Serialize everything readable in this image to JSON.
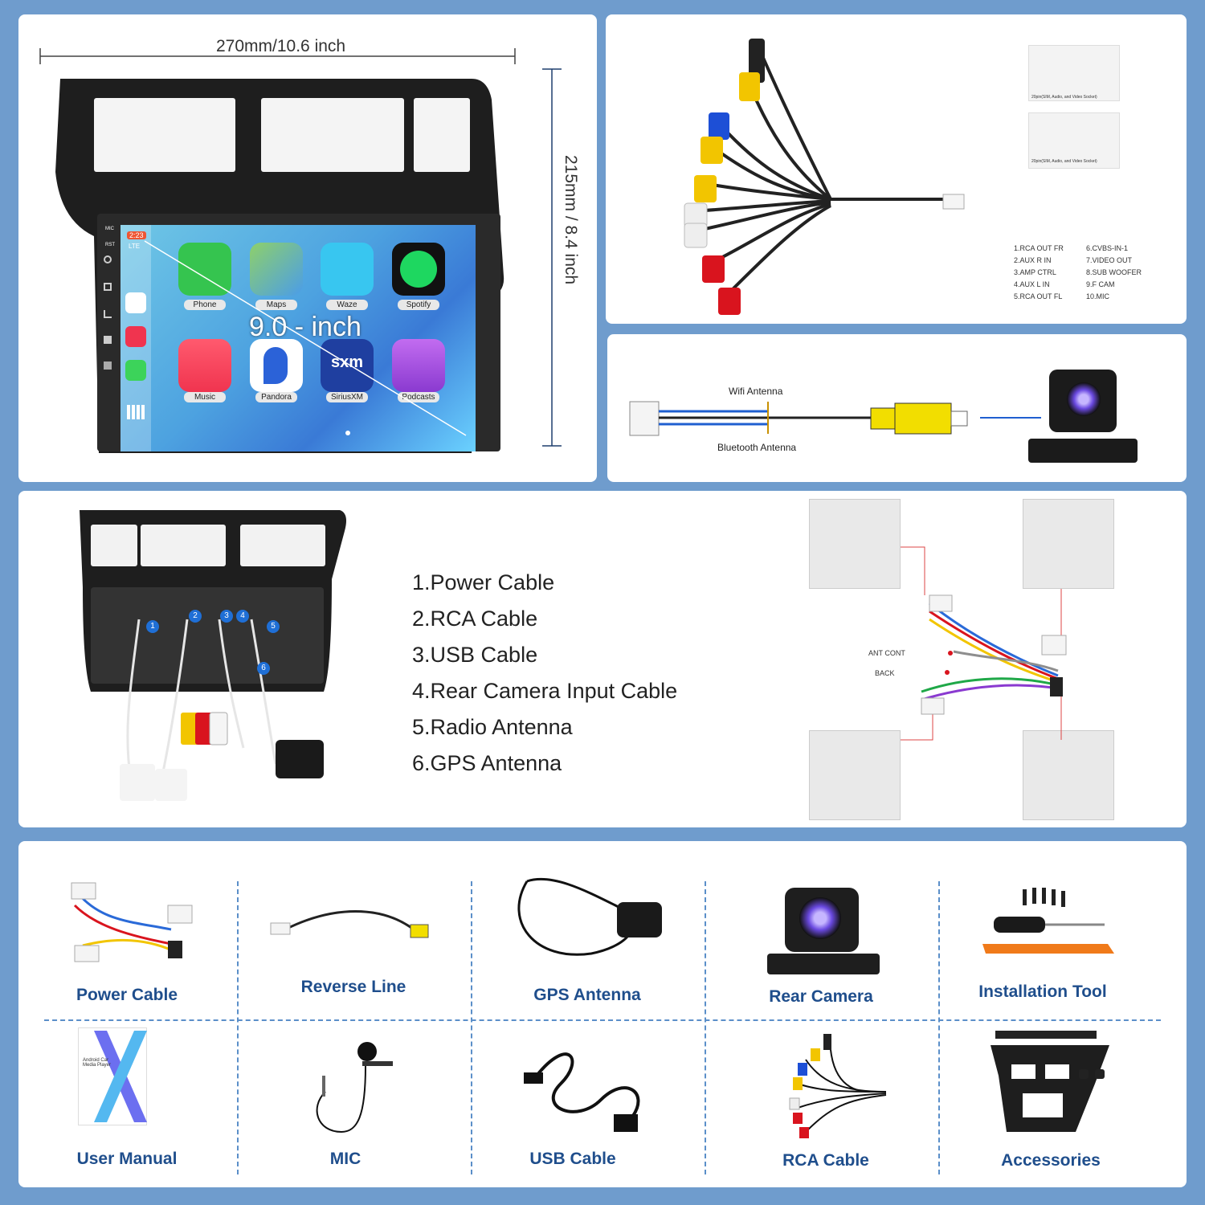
{
  "display_panel": {
    "width_label": "270mm/10.6 inch",
    "height_label": "215mm / 8.4 inch",
    "screen_size_label": "9.0 - inch",
    "status_time": "2:23",
    "status_signal": "LTE",
    "side_buttons": [
      "MIC",
      "RST"
    ],
    "apps": [
      {
        "label": "Phone",
        "color": "#35c44f"
      },
      {
        "label": "Maps",
        "color": "#4b9de8"
      },
      {
        "label": "Waze",
        "color": "#38c6f0"
      },
      {
        "label": "Spotify",
        "color": "#1ed760"
      },
      {
        "label": "Music",
        "color": "#f0344f"
      },
      {
        "label": "Pandora",
        "color": "#ffffff"
      },
      {
        "label": "SiriusXM",
        "color": "#1f3fa0"
      },
      {
        "label": "Podcasts",
        "color": "#a54ee0"
      }
    ],
    "sxm_text": "sxm"
  },
  "harness_panel": {
    "connector_caption_1": "20pin(SIM, Audio, and Video Socket)",
    "connector_caption_2": "20pin(SIM, Audio, and Video Socket)",
    "legend": [
      "1.RCA OUT FR",
      "6.CVBS-IN-1",
      "2.AUX R IN",
      "7.VIDEO OUT",
      "3.AMP CTRL",
      "8.SUB WOOFER",
      "4.AUX L IN",
      "9.F CAM",
      "5.RCA OUT FL",
      "10.MIC"
    ]
  },
  "antenna_panel": {
    "wifi_label": "Wifi Antenna",
    "bluetooth_label": "Bluetooth Antenna"
  },
  "rear_panel": {
    "cable_list": [
      "1.Power Cable",
      "2.RCA Cable",
      "3.USB Cable",
      "4.Rear Camera Input Cable",
      "5.Radio Antenna",
      "6.GPS Antenna"
    ],
    "badges": [
      "1",
      "2",
      "3",
      "4",
      "5",
      "6"
    ],
    "ant_cont_label": "ANT CONT",
    "back_label": "BACK"
  },
  "contents_panel": {
    "items": [
      "Power Cable",
      "Reverse Line",
      "GPS Antenna",
      "Rear Camera",
      "Installation Tool",
      "User Manual",
      "MIC",
      "USB Cable",
      "RCA Cable",
      "Accessories"
    ],
    "manual_cover_text": "Android Car Media Player"
  },
  "colors": {
    "background": "#6f9ccd",
    "label_blue": "#1f4e8c",
    "dash_blue": "#5b8fc9",
    "frame_black": "#222222"
  }
}
